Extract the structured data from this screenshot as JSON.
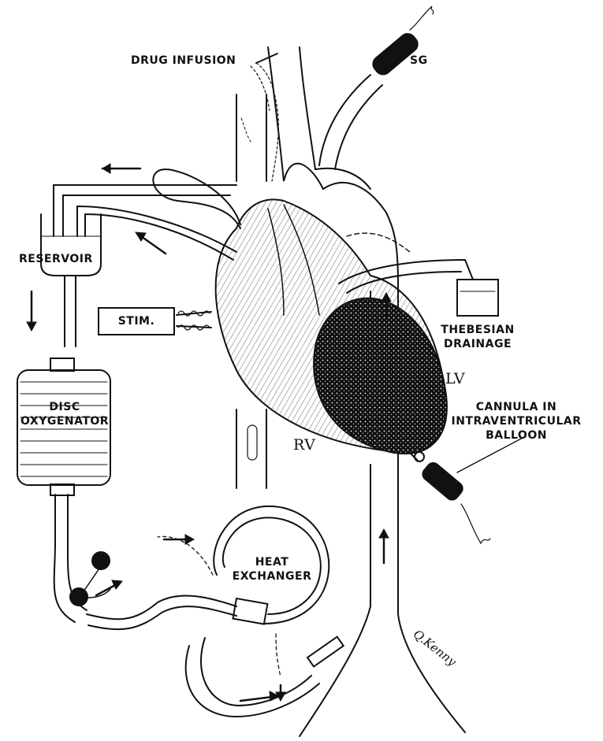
{
  "labels": {
    "drug_infusion": "DRUG INFUSION",
    "sg": "SG",
    "reservoir": "RESERVOIR",
    "stim": "STIM.",
    "disc_oxygenator": [
      "DISC",
      "OXYGENATOR"
    ],
    "thebesian_drainage": [
      "THEBESIAN",
      "DRAINAGE"
    ],
    "lv": "LV",
    "rv": "RV",
    "cannula": [
      "CANNULA IN",
      "INTRAVENTRICULAR",
      "BALLOON"
    ],
    "heat_exchanger": [
      "HEAT",
      "EXCHANGER"
    ]
  },
  "signature": "Q.Kenny",
  "colors": {
    "ink": "#111111",
    "paper": "#ffffff"
  }
}
